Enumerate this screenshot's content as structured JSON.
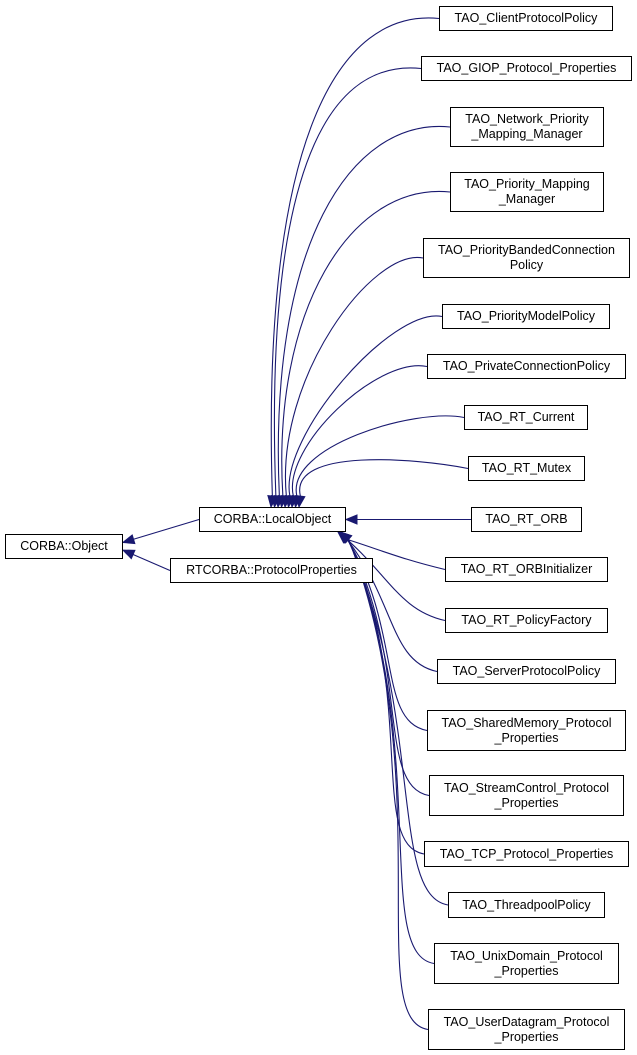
{
  "diagram": {
    "type": "inheritance-graph",
    "edge_color": "#191970",
    "root": {
      "id": "corba_object",
      "lines": [
        "CORBA::Object"
      ]
    },
    "intermediates": [
      {
        "id": "corba_localobject",
        "lines": [
          "CORBA::LocalObject"
        ],
        "parent": "corba_object"
      },
      {
        "id": "rtcorba_protocolproperties",
        "lines": [
          "RTCORBA::ProtocolProperties"
        ],
        "parent": "corba_object"
      }
    ],
    "leaves": [
      {
        "id": "tao_clientprotocolpolicy",
        "lines": [
          "TAO_ClientProtocolPolicy"
        ],
        "parent": "corba_localobject"
      },
      {
        "id": "tao_giop_protocol_properties",
        "lines": [
          "TAO_GIOP_Protocol_Properties"
        ],
        "parent": "corba_localobject"
      },
      {
        "id": "tao_network_priority_mapping_manager",
        "lines": [
          "TAO_Network_Priority",
          "_Mapping_Manager"
        ],
        "parent": "corba_localobject"
      },
      {
        "id": "tao_priority_mapping_manager",
        "lines": [
          "TAO_Priority_Mapping",
          "_Manager"
        ],
        "parent": "corba_localobject"
      },
      {
        "id": "tao_prioritybandedconnectionpolicy",
        "lines": [
          "TAO_PriorityBandedConnection",
          "Policy"
        ],
        "parent": "corba_localobject"
      },
      {
        "id": "tao_prioritymodelpolicy",
        "lines": [
          "TAO_PriorityModelPolicy"
        ],
        "parent": "corba_localobject"
      },
      {
        "id": "tao_privateconnectionpolicy",
        "lines": [
          "TAO_PrivateConnectionPolicy"
        ],
        "parent": "corba_localobject"
      },
      {
        "id": "tao_rt_current",
        "lines": [
          "TAO_RT_Current"
        ],
        "parent": "corba_localobject"
      },
      {
        "id": "tao_rt_mutex",
        "lines": [
          "TAO_RT_Mutex"
        ],
        "parent": "corba_localobject"
      },
      {
        "id": "tao_rt_orb",
        "lines": [
          "TAO_RT_ORB"
        ],
        "parent": "corba_localobject"
      },
      {
        "id": "tao_rt_orbinitializer",
        "lines": [
          "TAO_RT_ORBInitializer"
        ],
        "parent": "corba_localobject"
      },
      {
        "id": "tao_rt_policyfactory",
        "lines": [
          "TAO_RT_PolicyFactory"
        ],
        "parent": "corba_localobject"
      },
      {
        "id": "tao_serverprotocolpolicy",
        "lines": [
          "TAO_ServerProtocolPolicy"
        ],
        "parent": "corba_localobject"
      },
      {
        "id": "tao_sharedmemory_protocol_properties",
        "lines": [
          "TAO_SharedMemory_Protocol",
          "_Properties"
        ],
        "parent": "corba_localobject"
      },
      {
        "id": "tao_streamcontrol_protocol_properties",
        "lines": [
          "TAO_StreamControl_Protocol",
          "_Properties"
        ],
        "parent": "corba_localobject"
      },
      {
        "id": "tao_tcp_protocol_properties",
        "lines": [
          "TAO_TCP_Protocol_Properties"
        ],
        "parent": "corba_localobject"
      },
      {
        "id": "tao_threadpoolpolicy",
        "lines": [
          "TAO_ThreadpoolPolicy"
        ],
        "parent": "corba_localobject"
      },
      {
        "id": "tao_unixdomain_protocol_properties",
        "lines": [
          "TAO_UnixDomain_Protocol",
          "_Properties"
        ],
        "parent": "corba_localobject"
      },
      {
        "id": "tao_userdatagram_protocol_properties",
        "lines": [
          "TAO_UserDatagram_Protocol",
          "_Properties"
        ],
        "parent": "corba_localobject"
      }
    ]
  }
}
